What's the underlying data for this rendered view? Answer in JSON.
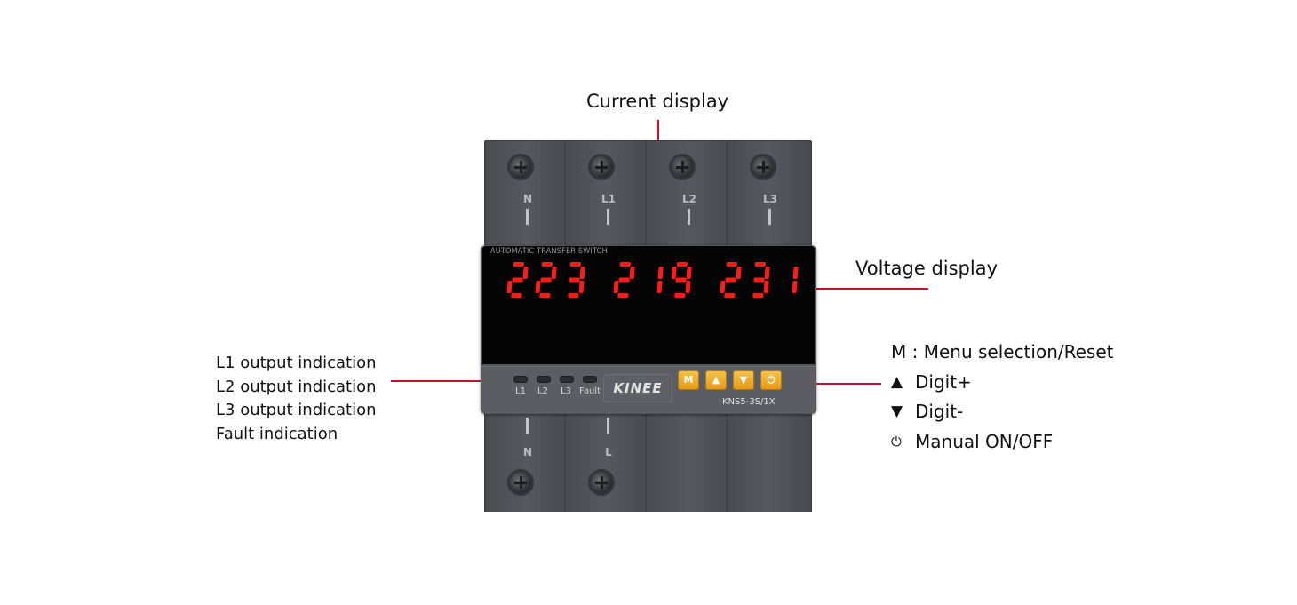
{
  "annotations": {
    "current_display": "Current display",
    "voltage_display": "Voltage display",
    "left_labels": [
      "L1 output indication",
      "L2 output indication",
      "L3 output indication",
      "Fault indication"
    ],
    "right_labels": [
      {
        "glyph": "",
        "text": "M : Menu selection/Reset"
      },
      {
        "glyph": "▲",
        "text": "Digit+"
      },
      {
        "glyph": "▼",
        "text": "Digit-"
      },
      {
        "glyph": "⏻",
        "text": "Manual ON/OFF"
      }
    ]
  },
  "device": {
    "top_terminals": [
      "N",
      "L1",
      "L2",
      "L3"
    ],
    "bottom_terminals": [
      "N",
      "L"
    ],
    "screen_title": "AUTOMATIC TRANSFER SWITCH",
    "readings": [
      "223",
      "219",
      "231"
    ],
    "leds": [
      "L1",
      "L2",
      "L3",
      "Fault"
    ],
    "logo": "KINEE",
    "keys": [
      {
        "label": "M",
        "icon": "m-key"
      },
      {
        "label": "▲",
        "icon": "up-arrow-icon"
      },
      {
        "label": "▼",
        "icon": "down-arrow-icon"
      },
      {
        "label": "⏻",
        "icon": "power-icon"
      }
    ],
    "model": "KNS5-3S/1X"
  },
  "colors": {
    "lead_line": "#c8102e",
    "segment": "#ff1a1a",
    "housing": "#54565b",
    "button": "#f0ae2c"
  }
}
